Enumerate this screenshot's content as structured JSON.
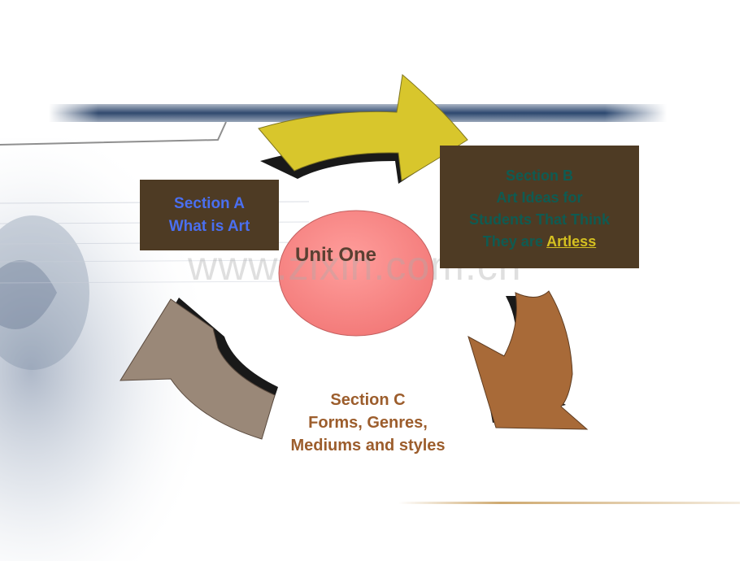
{
  "section_a": {
    "line1": "Section A",
    "line2": "What is Art"
  },
  "section_b": {
    "line1": "Section B",
    "line2": "Art Ideas for",
    "line3": "Students That Think",
    "line4_prefix": "They are ",
    "line4_link": "Artless"
  },
  "center": {
    "label": "Unit One"
  },
  "section_c": {
    "line1": "Section C",
    "line2": "Forms, Genres,",
    "line3": "Mediums and styles"
  },
  "watermark": "www.zixin.com.cn",
  "colors": {
    "box_fill": "#4e3b24",
    "section_a_text": "#4a6ff0",
    "section_b_text": "#0f5b52",
    "link_text": "#d5c020",
    "section_c_text": "#9c5d2c",
    "center_circle": "#f88a88",
    "arrow_top": "#d8c62c",
    "arrow_right": "#a86a38",
    "arrow_left": "#9a8878",
    "banner_dark": "#0d2a55"
  }
}
